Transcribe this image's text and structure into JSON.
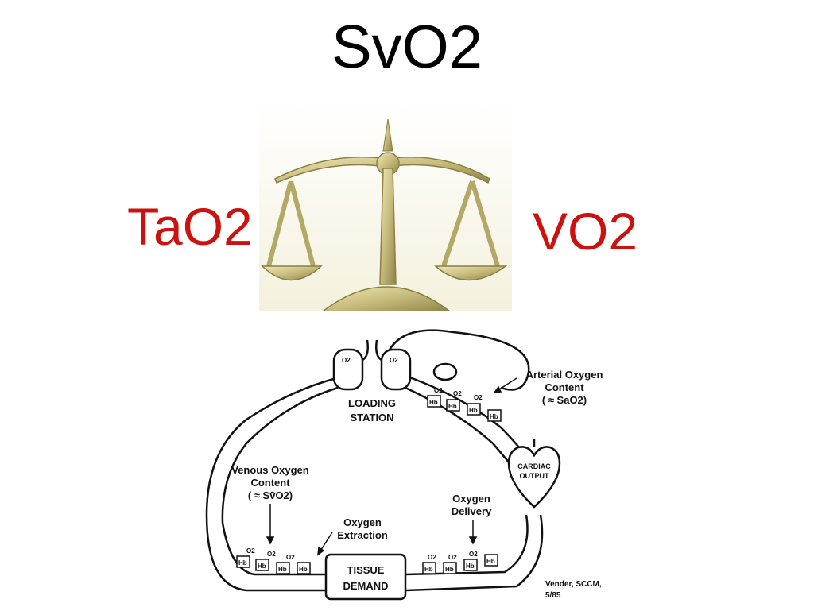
{
  "title": "SvO2",
  "left_label": "TaO2",
  "right_label": "VO2",
  "diagram": {
    "lung_left": "O2",
    "lung_right": "O2",
    "loading_station": [
      "LOADING",
      "STATION"
    ],
    "arterial": [
      "Arterial Oxygen",
      "Content",
      "( ≈ SaO2)"
    ],
    "venous": [
      "Venous Oxygen",
      "Content",
      "( ≈ Sv̄O2)"
    ],
    "cardiac_output": [
      "CARDIAC",
      "OUTPUT"
    ],
    "oxygen_delivery": [
      "Oxygen",
      "Delivery"
    ],
    "oxygen_extraction": [
      "Oxygen",
      "Extraction"
    ],
    "tissue_demand": [
      "TISSUE",
      "DEMAND"
    ],
    "hb": "Hb",
    "o2": "O2",
    "credit": [
      "Vender, SCCM,",
      "5/85"
    ]
  },
  "colors": {
    "title": "#000000",
    "labels": "#cc1111",
    "scale": "#c8be82"
  }
}
